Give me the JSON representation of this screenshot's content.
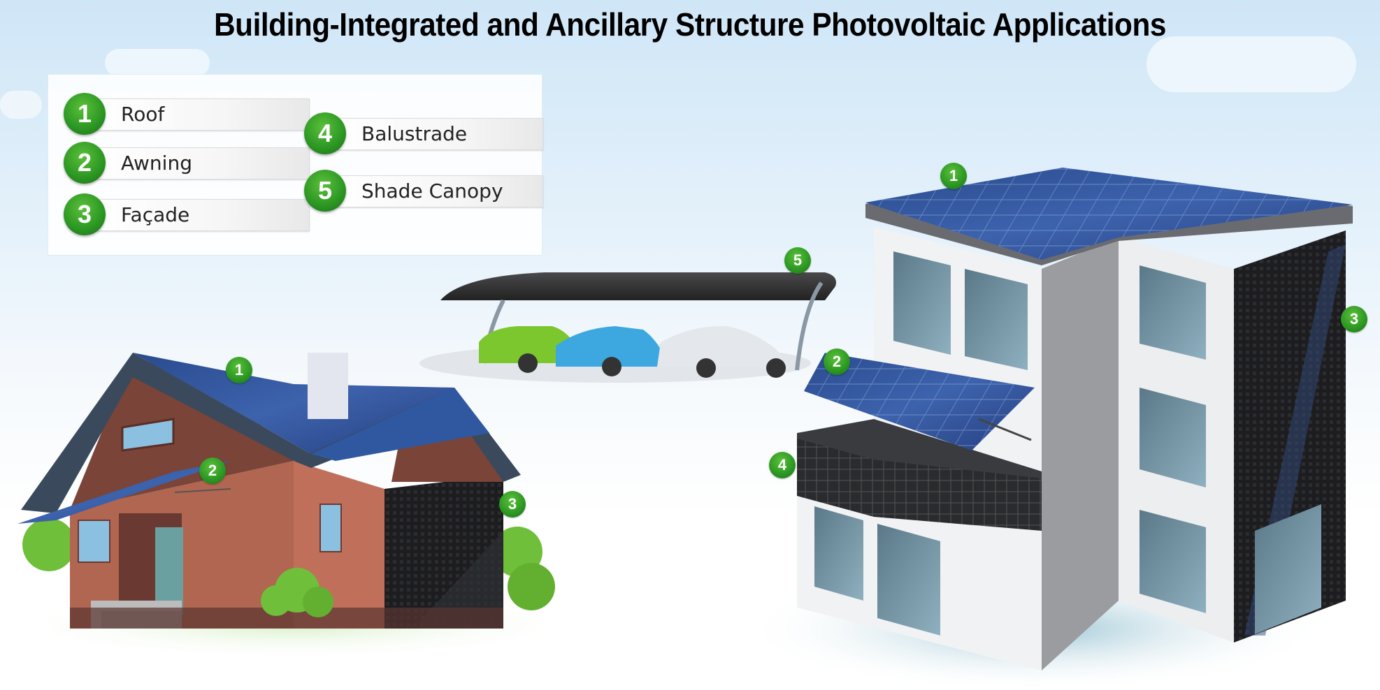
{
  "title": "Building-Integrated and Ancillary Structure Photovoltaic Applications",
  "legend": {
    "items": [
      {
        "number": "1",
        "label": "Roof"
      },
      {
        "number": "2",
        "label": "Awning"
      },
      {
        "number": "3",
        "label": "Façade"
      },
      {
        "number": "4",
        "label": "Balustrade"
      },
      {
        "number": "5",
        "label": "Shade Canopy"
      }
    ]
  },
  "markers": {
    "house": {
      "roof": "1",
      "awning": "2",
      "facade": "3"
    },
    "carport": {
      "canopy": "5"
    },
    "apartment": {
      "roof": "1",
      "awning": "2",
      "facade": "3",
      "balustrade": "4"
    }
  },
  "colors": {
    "badge_green": "#2e9a24",
    "panel_blue": "#2f4f95",
    "facade_dark": "#1f1f22",
    "brick": "#b86a52",
    "sky": "#cfe6f7"
  }
}
